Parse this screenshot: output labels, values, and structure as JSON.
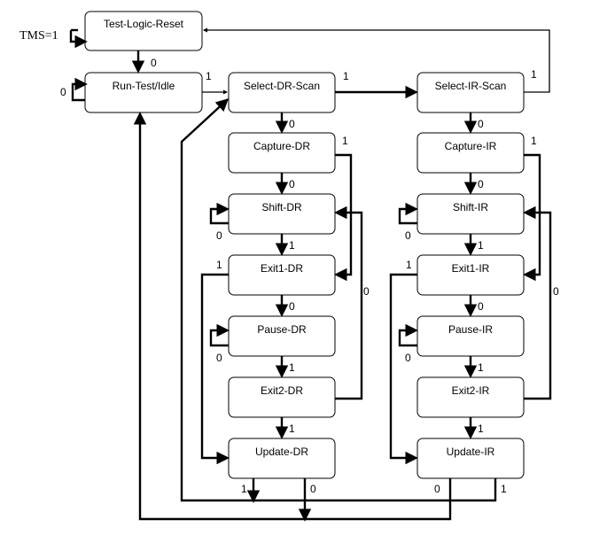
{
  "tms_label": "TMS=1",
  "states": {
    "test_logic_reset": "Test-Logic-Reset",
    "run_test_idle": "Run-Test/Idle",
    "select_dr_scan": "Select-DR-Scan",
    "select_ir_scan": "Select-IR-Scan",
    "capture_dr": "Capture-DR",
    "shift_dr": "Shift-DR",
    "exit1_dr": "Exit1-DR",
    "pause_dr": "Pause-DR",
    "exit2_dr": "Exit2-DR",
    "update_dr": "Update-DR",
    "capture_ir": "Capture-IR",
    "shift_ir_highlight": "Shift",
    "shift_ir_rest": "-IR",
    "exit1_ir": "Exit1-IR",
    "pause_ir": "Pause-IR",
    "exit2_ir": "Exit2-IR",
    "update_ir": "Update-IR"
  },
  "transitions": {
    "zero": "0",
    "one": "1"
  },
  "colors": {
    "line": "#000000",
    "highlight": "#c9dcf2"
  }
}
